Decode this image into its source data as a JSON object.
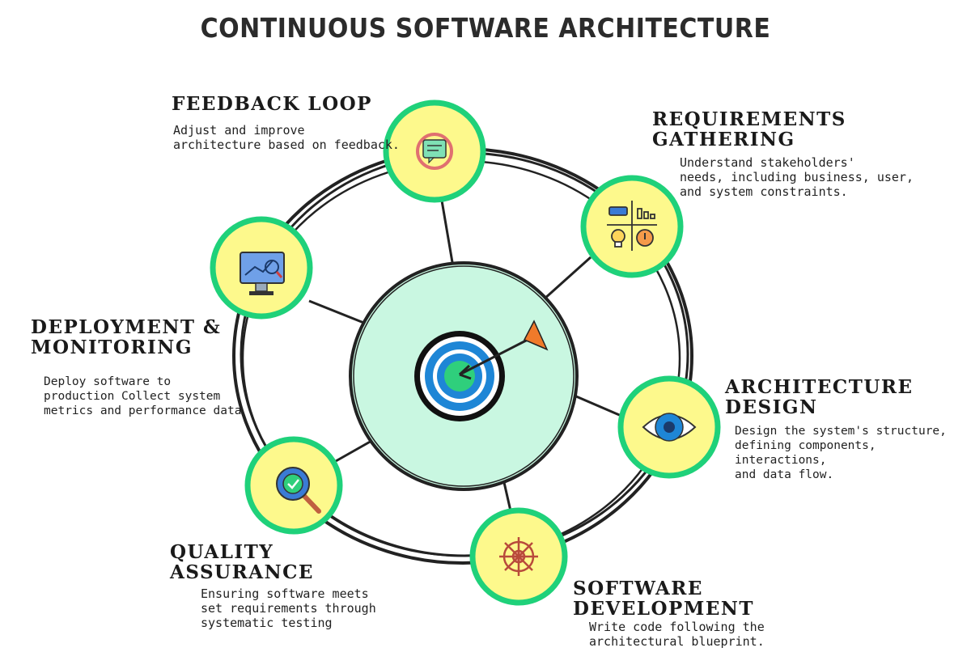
{
  "title": "CONTINUOUS SOFTWARE ARCHITECTURE",
  "colors": {
    "node_fill": "#fdf98c",
    "node_ring": "#1fd17a",
    "center_fill": "#c9f7e1",
    "ring_stroke": "#222222",
    "target_blue": "#1e86d6",
    "target_green": "#2fcf7c",
    "arrow_head": "#f07a2a"
  },
  "center": {
    "icon": "target-bullseye-icon"
  },
  "stages": [
    {
      "id": "feedback-loop",
      "title": "FEEDBACK LOOP",
      "description": "Adjust and improve\narchitecture based on feedback.",
      "icon": "chat-refresh-icon"
    },
    {
      "id": "requirements-gathering",
      "title": "REQUIREMENTS\nGATHERING",
      "description": "  Understand stakeholders'\nneeds, including business, user,\nand system constraints.",
      "icon": "requirements-grid-icon"
    },
    {
      "id": "architecture-design",
      "title": "ARCHITECTURE\nDESIGN",
      "description": "Design the system's structure,\ndefining components, interactions,\nand data flow.",
      "icon": "eye-icon"
    },
    {
      "id": "software-development",
      "title": "SOFTWARE\nDEVELOPMENT",
      "description": "Write code following the\narchitectural blueprint.",
      "icon": "ship-wheel-icon"
    },
    {
      "id": "quality-assurance",
      "title": "QUALITY\nASSURANCE",
      "description": "Ensuring software meets\nset requirements through\nsystematic testing",
      "icon": "magnifier-check-icon"
    },
    {
      "id": "deployment-monitoring",
      "title": "DEPLOYMENT &\nMONITORING",
      "description": "Deploy software to\nproduction Collect system\nmetrics and performance data",
      "icon": "monitor-chart-icon"
    }
  ]
}
